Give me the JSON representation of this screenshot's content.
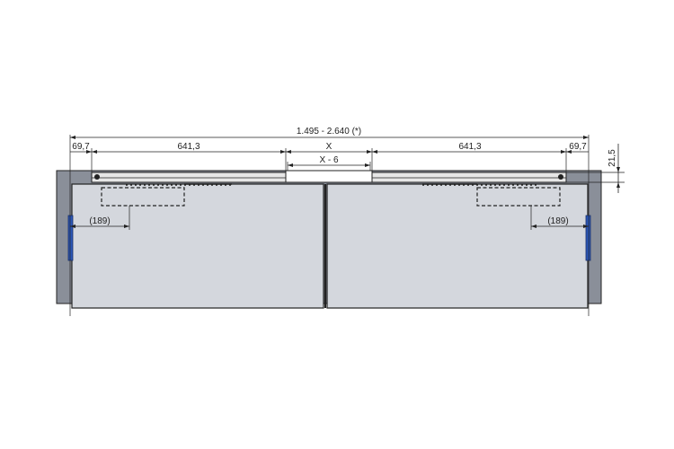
{
  "dimensions": {
    "overall": "1.495 - 2.640 (*)",
    "left_offset": "69,7",
    "right_offset": "69,7",
    "left_span": "641,3",
    "right_span": "641,3",
    "center": "X",
    "center_inner": "X - 6",
    "height_offset": "21,5",
    "left_closer_offset": "(189)",
    "right_closer_offset": "(189)"
  },
  "colors": {
    "frame": "#8a8f99",
    "panel": "#d4d7dd",
    "hinge": "#2b57b8",
    "line": "#222222"
  }
}
